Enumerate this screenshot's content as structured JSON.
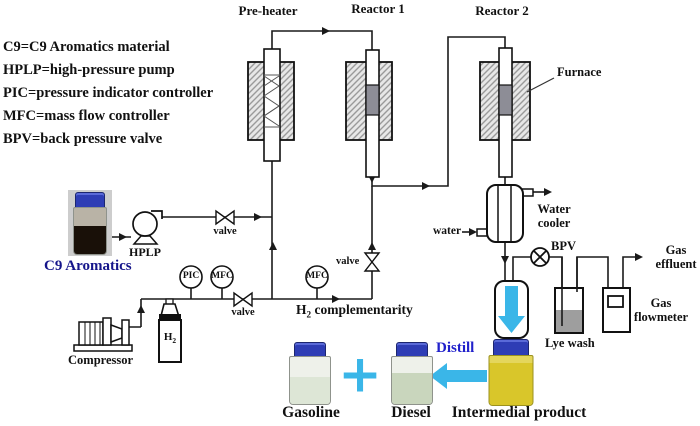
{
  "legend": {
    "lines": [
      "C9=C9 Aromatics material",
      "HPLP=high-pressure pump",
      "PIC=pressure indicator controller",
      "MFC=mass flow controller",
      "BPV=back pressure valve"
    ]
  },
  "equipment_labels": {
    "preheater": "Pre-heater",
    "reactor1": "Reactor 1",
    "reactor2": "Reactor 2",
    "furnace": "Furnace",
    "hplp": "HPLP",
    "pic": "PIC",
    "mfc": "MFC",
    "bpv": "BPV",
    "compressor": "Compressor",
    "water_cooler": "Water cooler",
    "lye_wash": "Lye wash",
    "gas_flowmeter": "Gas flowmeter",
    "h2_cylinder": {
      "base": "H",
      "sub": "2"
    }
  },
  "stream_labels": {
    "valve": "valve",
    "water": "water",
    "gas_effluent": "Gas effluent",
    "h2_complementarity": {
      "base": "H",
      "sub": "2",
      "rest": " complementarity"
    },
    "c9_feed": "C9 Aromatics",
    "distill": "Distill",
    "plus": "+"
  },
  "product_labels": {
    "gasoline": "Gasoline",
    "diesel": "Diesel",
    "intermediate": "Intermedial product"
  },
  "colors": {
    "accent_cyan": "#3ab6e8",
    "distill_blue": "#2121cb",
    "c9_label_navy": "#15158a",
    "catalyst_gray": "#8d8d96",
    "cap_blue": "#2e3db5",
    "gasoline_liquid": "#dde6d6",
    "diesel_liquid": "#c9d6bd",
    "intermediate_liquid": "#d9c62a",
    "c9_liquid": "#191008",
    "lye_liquid": "#9e9e9e"
  }
}
